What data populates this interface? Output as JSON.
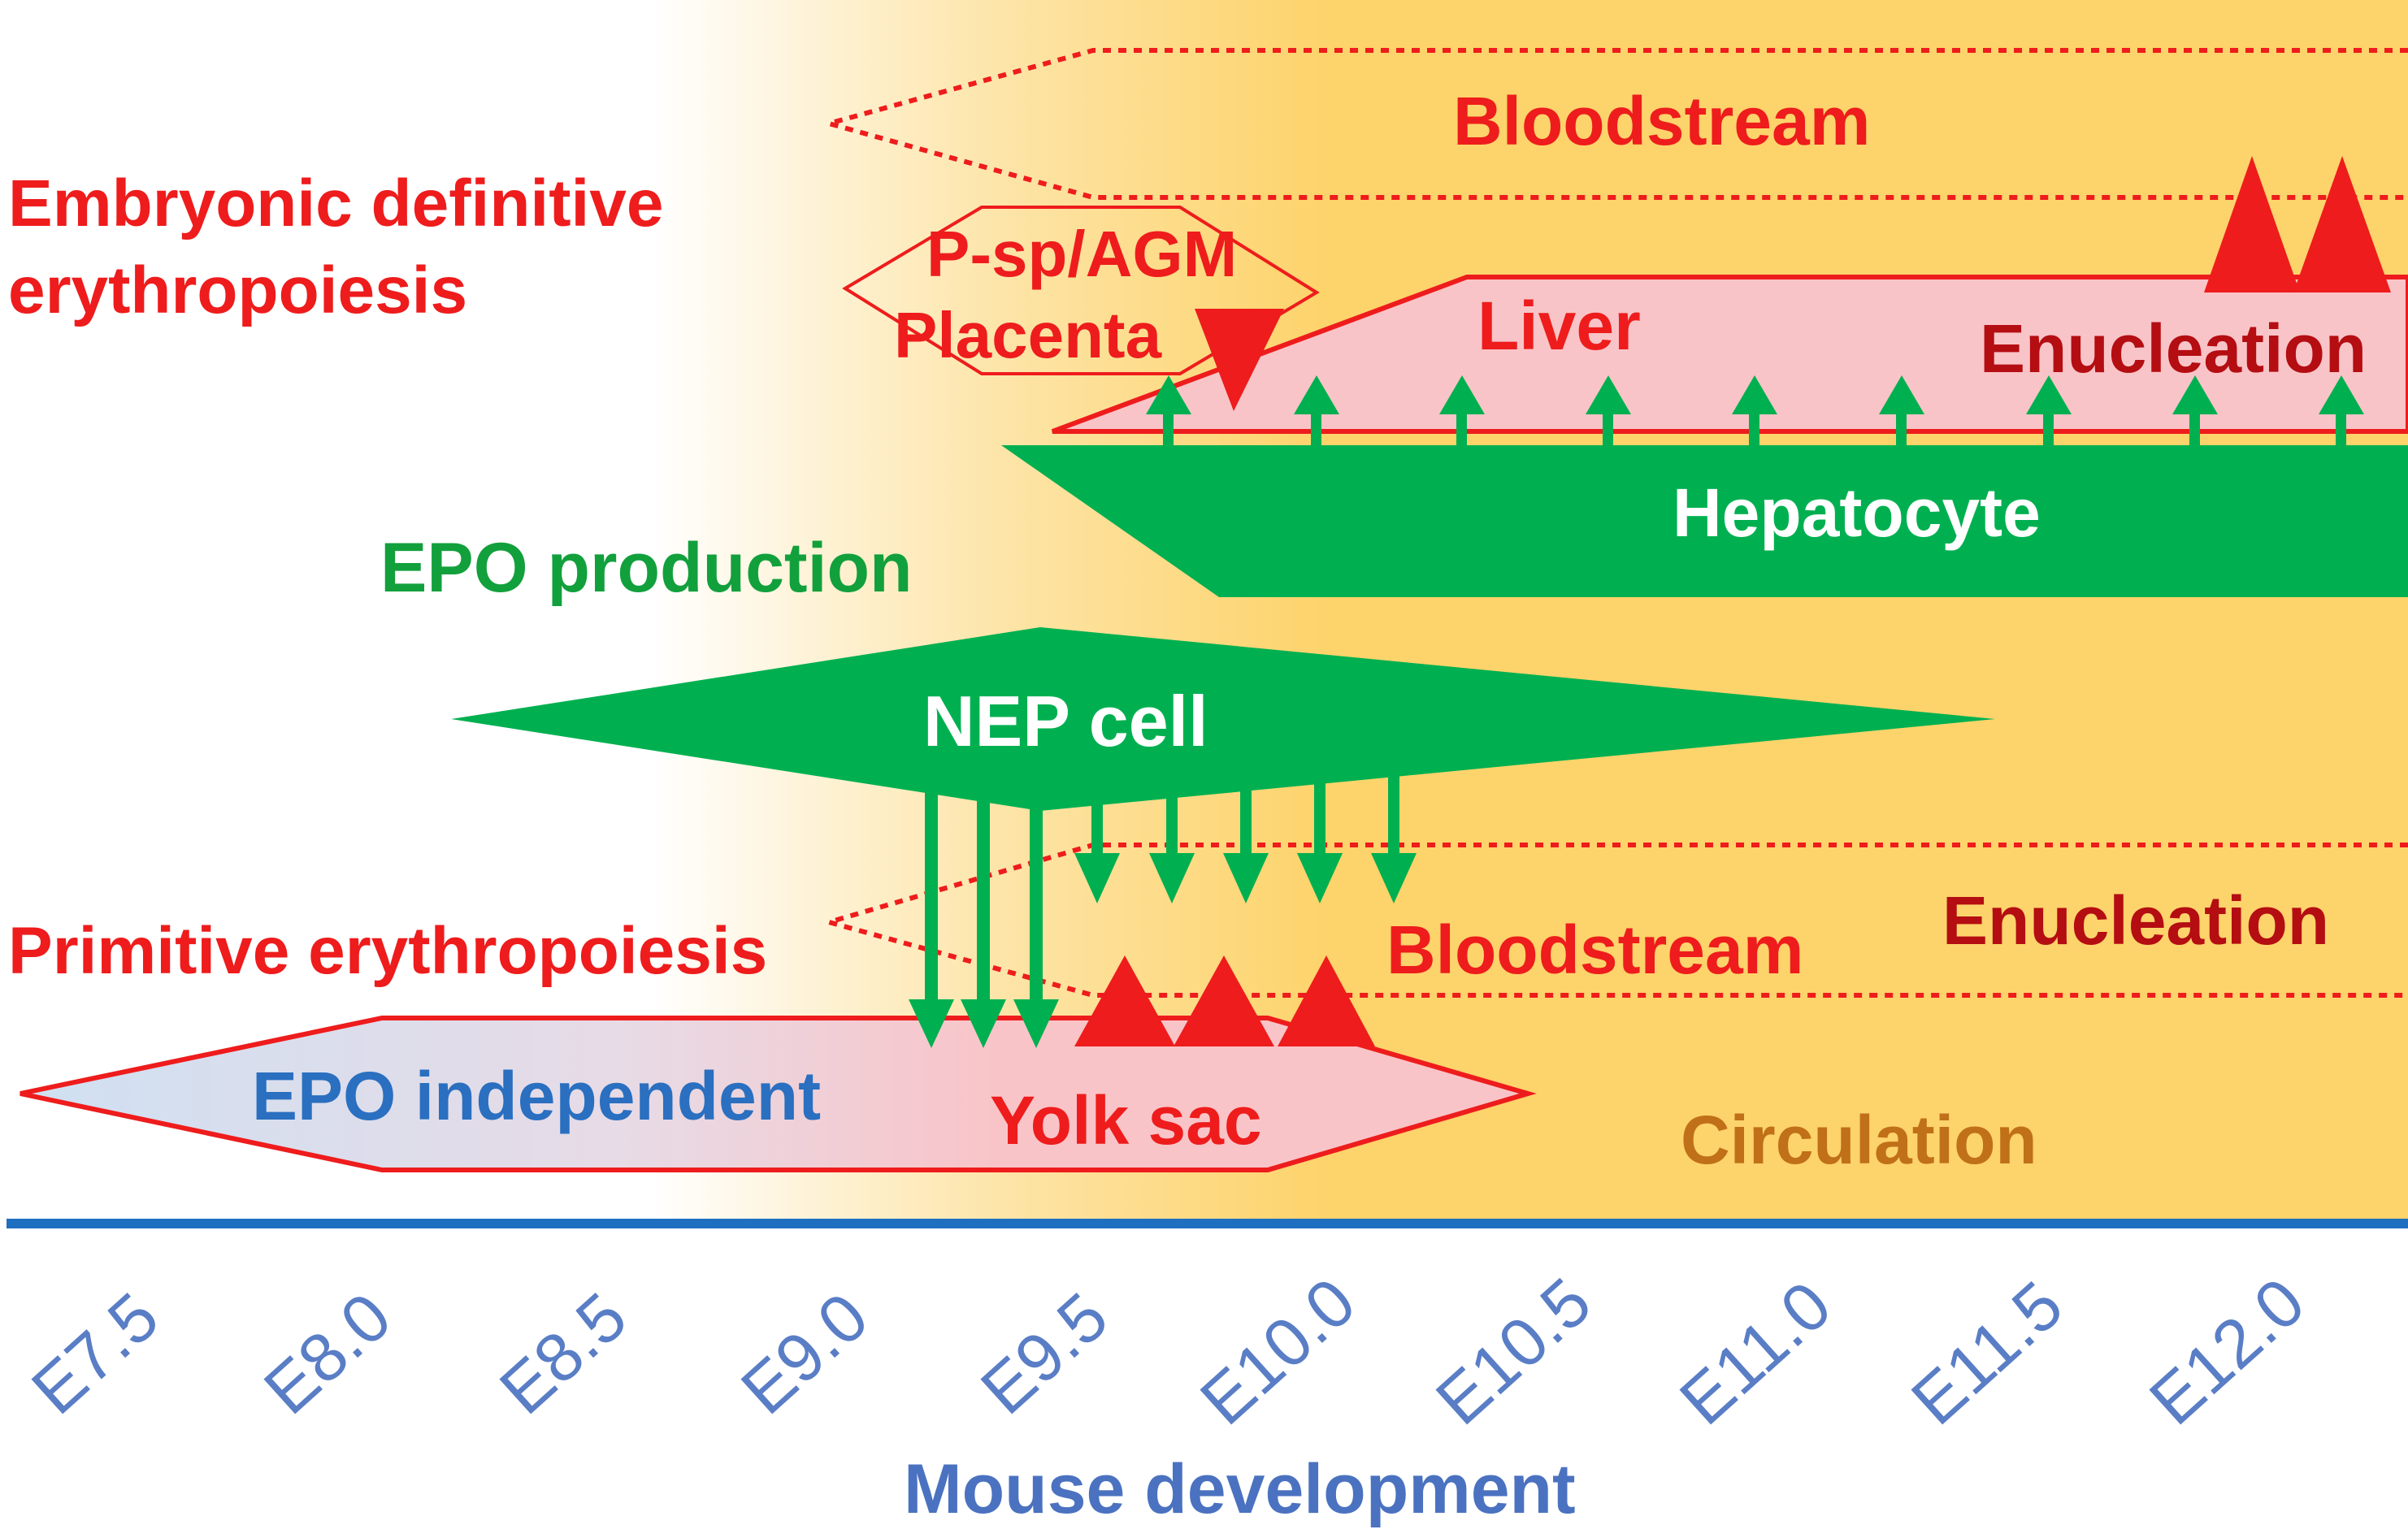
{
  "labels": {
    "embryonic_line1": "Embryonic definitive",
    "embryonic_line2": "erythropoiesis",
    "bloodstream_top": "Bloodstream",
    "psp_agm": "P-sp/AGM",
    "placenta": "Placenta",
    "liver": "Liver",
    "enucleation_top": "Enucleation",
    "hepatocyte": "Hepatocyte",
    "epo_production": "EPO production",
    "nep_cell": "NEP cell",
    "primitive": "Primitive erythropoiesis",
    "bloodstream_bottom": "Bloodstream",
    "enucleation_bottom": "Enucleation",
    "epo_independent": "EPO independent",
    "yolk_sac": "Yolk sac",
    "circulation": "Circulation"
  },
  "axis": {
    "title": "Mouse development",
    "ticks": [
      "E7.5",
      "E8.0",
      "E8.5",
      "E9.0",
      "E9.5",
      "E10.0",
      "E10.5",
      "E11.0",
      "E11.5",
      "E12.0"
    ]
  },
  "colors": {
    "red": "#ee1c1c",
    "dark_red": "#b40d12",
    "green": "#00b050",
    "orange_bg": "#fdd36b",
    "pink": "#f9c4c8",
    "light_blue": "#cfe0f2",
    "axis_blue": "#1f6fc0"
  },
  "icons": {
    "enucleation_marker": "red-triangle-icon",
    "epo_signal": "green-arrow-icon"
  }
}
